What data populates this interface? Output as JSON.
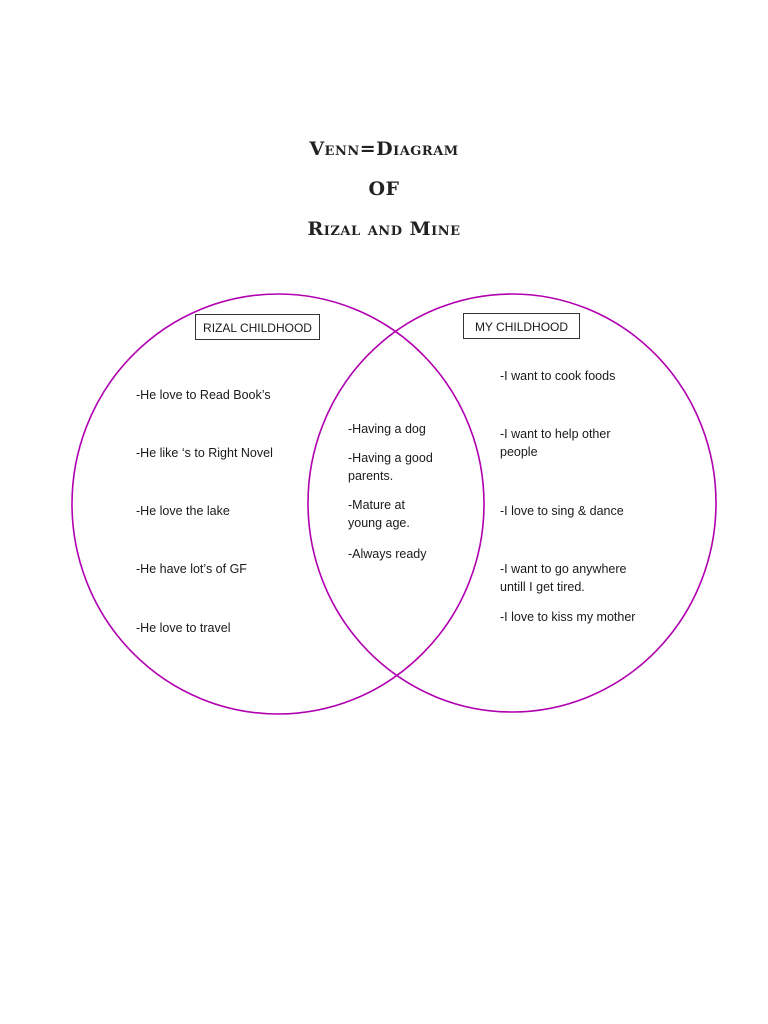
{
  "title": {
    "line1": "Venn=Diagram",
    "line2": "OF",
    "line3": "Rizal and Mine"
  },
  "colors": {
    "circle_stroke": "#b000b0"
  },
  "sets": {
    "left": {
      "label": "RIZAL CHILDHOOD",
      "items": [
        "-He love to Read Book’s",
        "-He like ‘s to Right Novel",
        "-He love  the lake",
        "-He have lot’s of GF",
        "-He love  to travel"
      ]
    },
    "overlap": {
      "items": [
        "-Having a dog",
        "-Having  a good parents.",
        "-Mature at young age.",
        "-Always ready"
      ]
    },
    "right": {
      "label": "MY CHILDHOOD",
      "items": [
        "-I want to cook foods",
        "-I want to help other people",
        "-I love  to sing & dance",
        "-I  want to go anywhere untill I get tired.",
        "-I love to kiss my mother"
      ]
    }
  }
}
